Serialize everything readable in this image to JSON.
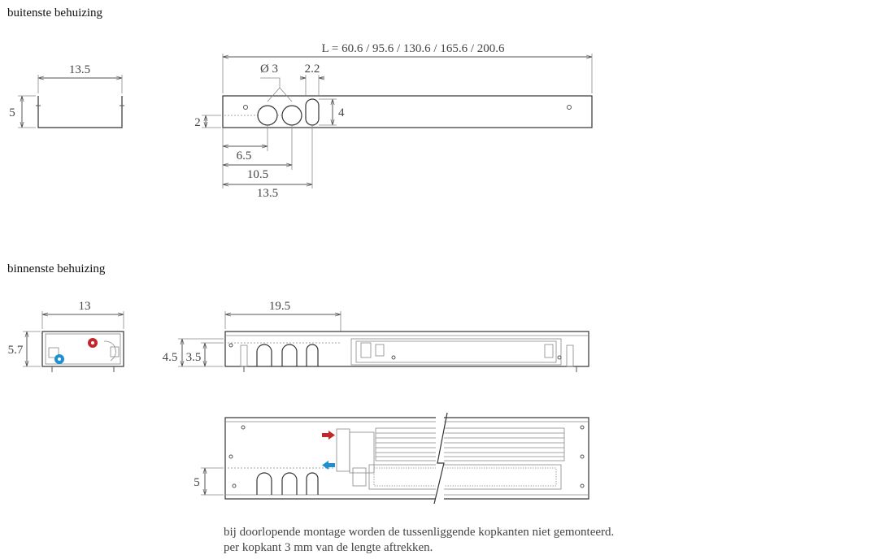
{
  "sections": {
    "outer": {
      "title": "buitenste behuizing"
    },
    "inner": {
      "title": "binnenste behuizing"
    }
  },
  "outer_section": {
    "width_label": "13.5",
    "height_label": "5",
    "length_label": "L = 60.6 / 95.6 / 130.6 / 165.6 / 200.6",
    "diameter_label": "Ø 3",
    "slot_width_label": "2.2",
    "slot_height_label": "4",
    "offset_label": "2",
    "dim_6_5": "6.5",
    "dim_10_5": "10.5",
    "dim_13_5": "13.5"
  },
  "inner_section": {
    "width_label": "13",
    "height_label": "5.7",
    "side_height_outer": "4.5",
    "side_height_inner": "3.5",
    "side_length": "19.5",
    "top_height": "5"
  },
  "colors": {
    "supply": "#c0282d",
    "return": "#1e8fd0",
    "line": "#555555"
  },
  "notes": {
    "line1": "bij doorlopende montage worden de tussenliggende kopkanten niet gemonteerd.",
    "line2": "per kopkant 3 mm van de lengte aftrekken."
  }
}
